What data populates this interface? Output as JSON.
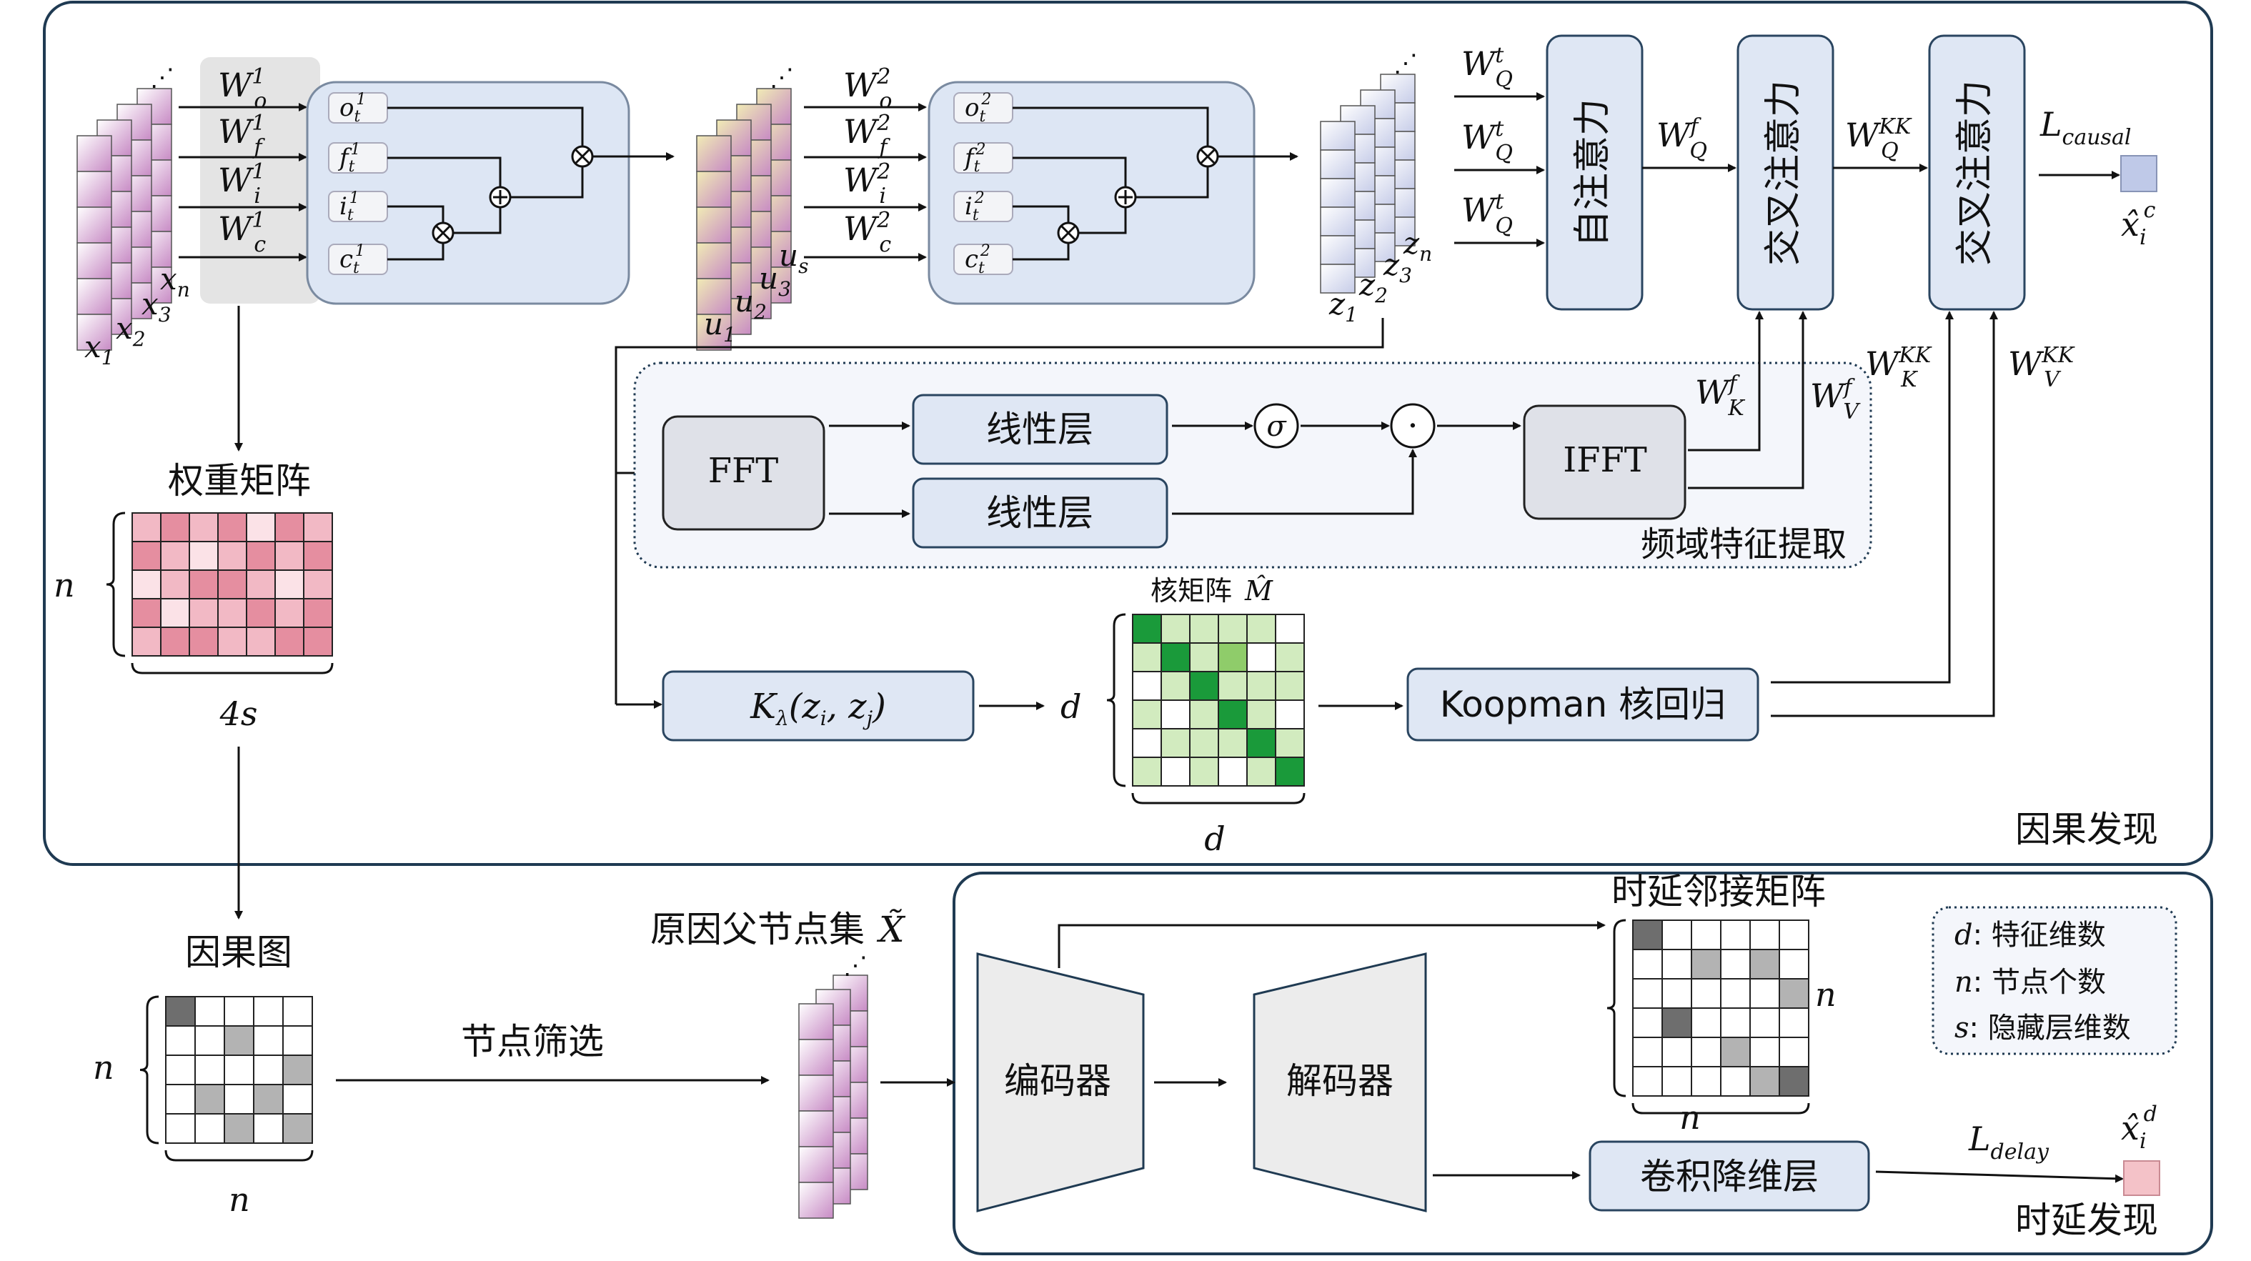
{
  "colors": {
    "panel_border": "#1f3a52",
    "block_fill": "#dfe7f4",
    "block_stroke": "#2a4560",
    "lstm_fill": "#dde6f4",
    "gate_fill": "#f3f4f7",
    "gray_band": "#e4e4e4",
    "pink_dark": "#e58ea0",
    "pink_mid": "#f2b9c5",
    "pink_light": "#fbe2e7",
    "green_dark": "#1a9a3a",
    "green_mid": "#8fcc6a",
    "green_light": "#d2ebbf",
    "gray_dark": "#6e6e6e",
    "gray_mid": "#b3b3b3",
    "output_blue": "#bfc9e8",
    "output_pink": "#f4c2c8",
    "cube_purple": "#c78ac4",
    "cube_yellow": "#f1ecb5",
    "cube_blue": "#c6cce8"
  },
  "stage1": {
    "weights": [
      {
        "base": "W",
        "sup": "1",
        "sub": "o"
      },
      {
        "base": "W",
        "sup": "1",
        "sub": "f"
      },
      {
        "base": "W",
        "sup": "1",
        "sub": "i"
      },
      {
        "base": "W",
        "sup": "1",
        "sub": "c"
      }
    ],
    "gates": [
      {
        "base": "o",
        "sub": "t",
        "sup": "1"
      },
      {
        "base": "f",
        "sub": "t",
        "sup": "1"
      },
      {
        "base": "i",
        "sub": "t",
        "sup": "1"
      },
      {
        "base": "c",
        "sub": "t",
        "sup": "1"
      }
    ],
    "inputs": [
      {
        "base": "x",
        "sub": "1"
      },
      {
        "base": "x",
        "sub": "2"
      },
      {
        "base": "x",
        "sub": "3"
      },
      {
        "base": "x",
        "sub": "n"
      }
    ]
  },
  "stage2": {
    "weights": [
      {
        "base": "W",
        "sup": "2",
        "sub": "o"
      },
      {
        "base": "W",
        "sup": "2",
        "sub": "f"
      },
      {
        "base": "W",
        "sup": "2",
        "sub": "i"
      },
      {
        "base": "W",
        "sup": "2",
        "sub": "c"
      }
    ],
    "gates": [
      {
        "base": "o",
        "sub": "t",
        "sup": "2"
      },
      {
        "base": "f",
        "sub": "t",
        "sup": "2"
      },
      {
        "base": "i",
        "sub": "t",
        "sup": "2"
      },
      {
        "base": "c",
        "sub": "t",
        "sup": "2"
      }
    ],
    "inputs": [
      {
        "base": "u",
        "sub": "1"
      },
      {
        "base": "u",
        "sub": "2"
      },
      {
        "base": "u",
        "sub": "3"
      },
      {
        "base": "u",
        "sub": "s"
      }
    ]
  },
  "latents": [
    {
      "base": "z",
      "sub": "1"
    },
    {
      "base": "z",
      "sub": "2"
    },
    {
      "base": "z",
      "sub": "3"
    },
    {
      "base": "z",
      "sub": "n"
    }
  ],
  "attention": {
    "wq_inputs": [
      {
        "base": "W",
        "sup": "t",
        "sub": "Q"
      },
      {
        "base": "W",
        "sup": "t",
        "sub": "Q"
      },
      {
        "base": "W",
        "sup": "t",
        "sub": "Q"
      }
    ],
    "self_attn": "自注意力",
    "cross_attn_1": "交叉注意力",
    "cross_attn_2": "交叉注意力",
    "wq_f": {
      "base": "W",
      "sup": "f",
      "sub": "Q"
    },
    "wq_kk": {
      "base": "W",
      "sup": "KK",
      "sub": "Q"
    },
    "wk_f": {
      "base": "W",
      "sup": "f",
      "sub": "K"
    },
    "wv_f": {
      "base": "W",
      "sup": "f",
      "sub": "V"
    },
    "wk_kk": {
      "base": "W",
      "sup": "KK",
      "sub": "K"
    },
    "wv_kk": {
      "base": "W",
      "sup": "KK",
      "sub": "V"
    },
    "loss_causal": {
      "base": "L",
      "sub": "causal"
    },
    "out_causal": {
      "base": "x̂",
      "sub": "i",
      "sup": "c"
    }
  },
  "frequency": {
    "fft": "FFT",
    "linear1": "线性层",
    "linear2": "线性层",
    "sigma": "σ",
    "dot": "·",
    "ifft": "IFFT",
    "title": "频域特征提取"
  },
  "kernel": {
    "func": {
      "base": "K",
      "sub": "λ",
      "args": "(z",
      "arg_i": "i",
      "sep": ", z",
      "arg_j": "j",
      "close": ")"
    },
    "matrix_label": "核矩阵",
    "matrix_symbol": "M̂",
    "dim": "d",
    "koopman": "Koopman 核回归",
    "grid": [
      [
        3,
        1,
        1,
        1,
        1,
        0
      ],
      [
        1,
        3,
        1,
        2,
        0,
        1
      ],
      [
        0,
        1,
        3,
        1,
        1,
        1
      ],
      [
        1,
        0,
        1,
        3,
        1,
        0
      ],
      [
        0,
        1,
        1,
        1,
        3,
        1
      ],
      [
        1,
        0,
        1,
        0,
        1,
        3
      ]
    ]
  },
  "causal_panel_title": "因果发现",
  "weight_matrix": {
    "title": "权重矩阵",
    "rows_label": "n",
    "cols_label": "4s",
    "grid": [
      [
        1,
        2,
        1,
        2,
        0,
        2,
        1
      ],
      [
        2,
        1,
        0,
        1,
        2,
        1,
        2
      ],
      [
        0,
        1,
        2,
        2,
        1,
        0,
        1
      ],
      [
        2,
        0,
        1,
        1,
        2,
        1,
        2
      ],
      [
        1,
        2,
        2,
        1,
        1,
        2,
        2
      ]
    ]
  },
  "causal_graph": {
    "title": "因果图",
    "rows_label": "n",
    "cols_label": "n",
    "grid": [
      [
        1,
        0,
        0,
        0,
        0
      ],
      [
        0,
        0,
        2,
        0,
        0
      ],
      [
        0,
        0,
        0,
        0,
        2
      ],
      [
        0,
        2,
        0,
        2,
        0
      ],
      [
        0,
        0,
        2,
        0,
        2
      ]
    ]
  },
  "node_filter": "节点筛选",
  "parent_set": {
    "label": "原因父节点集",
    "symbol": "X̃"
  },
  "delay": {
    "encoder": "编码器",
    "decoder": "解码器",
    "matrix_title": "时延邻接矩阵",
    "rows_label": "n",
    "cols_label": "n",
    "conv": "卷积降维层",
    "loss_delay": {
      "base": "L",
      "sub": "delay"
    },
    "out_delay": {
      "base": "x̂",
      "sub": "i",
      "sup": "d"
    },
    "panel_title": "时延发现",
    "grid": [
      [
        1,
        0,
        0,
        0,
        0,
        0
      ],
      [
        0,
        0,
        2,
        0,
        2,
        0
      ],
      [
        0,
        0,
        0,
        0,
        0,
        2
      ],
      [
        0,
        1,
        0,
        0,
        0,
        0
      ],
      [
        0,
        0,
        0,
        2,
        0,
        0
      ],
      [
        0,
        0,
        0,
        0,
        2,
        1
      ]
    ]
  },
  "legend": {
    "d": {
      "sym": "d",
      "text": ": 特征维数"
    },
    "n": {
      "sym": "n",
      "text": ": 节点个数"
    },
    "s": {
      "sym": "s",
      "text": ": 隐藏层维数"
    }
  }
}
